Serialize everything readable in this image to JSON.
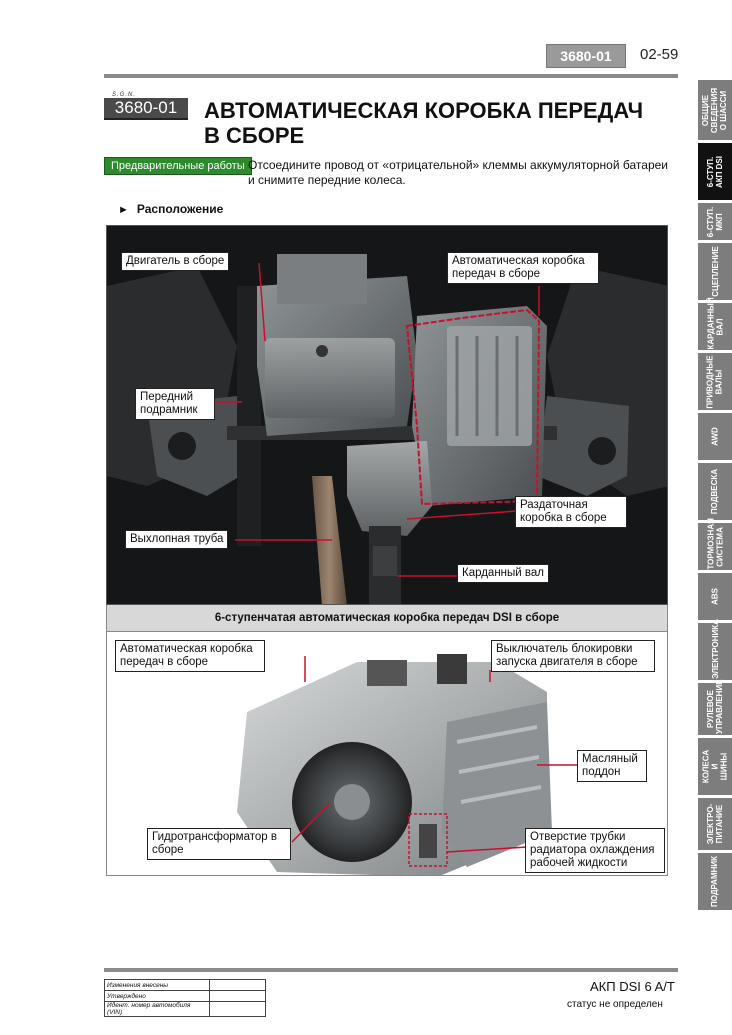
{
  "header": {
    "section_code": "3680-01",
    "page_number": "02-59"
  },
  "title": {
    "brand_mark": "S.G.N.",
    "section_badge": "3680-01",
    "line1": "АВТОМАТИЧЕСКАЯ КОРОБКА ПЕРЕДАЧ",
    "line2": "В СБОРЕ"
  },
  "preliminary": {
    "badge": "Предварительные работы",
    "text": "Отсоедините провод от «отрицательной» клеммы аккумуляторной батареи и снимите передние колеса."
  },
  "location": {
    "heading": "Расположение"
  },
  "photo1": {
    "callouts": {
      "engine": "Двигатель в сборе",
      "gearbox": "Автоматическая коробка передач в сборе",
      "subframe": "Передний подрамник",
      "transfer": "Раздаточная коробка в сборе",
      "exhaust": "Выхлопная труба",
      "driveshaft": "Карданный вал"
    }
  },
  "photo_caption": "6-ступенчатая автоматическая коробка передач DSI в сборе",
  "photo2": {
    "callouts": {
      "gearbox": "Автоматическая коробка передач в сборе",
      "inhibitor": "Выключатель блокировки запуска двигателя в сборе",
      "oil_pan": "Масляный поддон",
      "converter": "Гидротрансформатор в сборе",
      "cooler": "Отверстие трубки радиатора охлаждения рабочей жидкости"
    }
  },
  "side_tabs": [
    "ОБЩИЕ СВЕДЕНИЯ О ШАССИ",
    "6-СТУП. АКП DSI",
    "6-СТУП. МКП",
    "СЦЕПЛЕНИЕ",
    "КАРДАННЫЙ ВАЛ",
    "ПРИВОДНЫЕ ВАЛЫ",
    "AWD",
    "ПОДВЕСКА",
    "ТОРМОЗНАЯ СИСТЕМА",
    "ABS",
    "ЭЛЕКТРОНИКА",
    "РУЛЕВОЕ УПРАВЛЕНИЕ",
    "КОЛЕСА И ШИНЫ",
    "ЭЛЕКТРО-ПИТАНИЕ",
    "ПОДРАМНИК"
  ],
  "active_tab": "6-СТУП. АКП DSI",
  "footer": {
    "rows": [
      "Изменения внесены",
      "Утверждено",
      "Идент. номер автомобиля (VIN)"
    ],
    "model": "АКП DSI 6 A/T",
    "status": "статус не определен"
  },
  "colors": {
    "accent_green": "#2d8a2d",
    "tab_gray": "#7d7d7d",
    "tab_active": "#111111",
    "leader_red": "#c8102e"
  }
}
